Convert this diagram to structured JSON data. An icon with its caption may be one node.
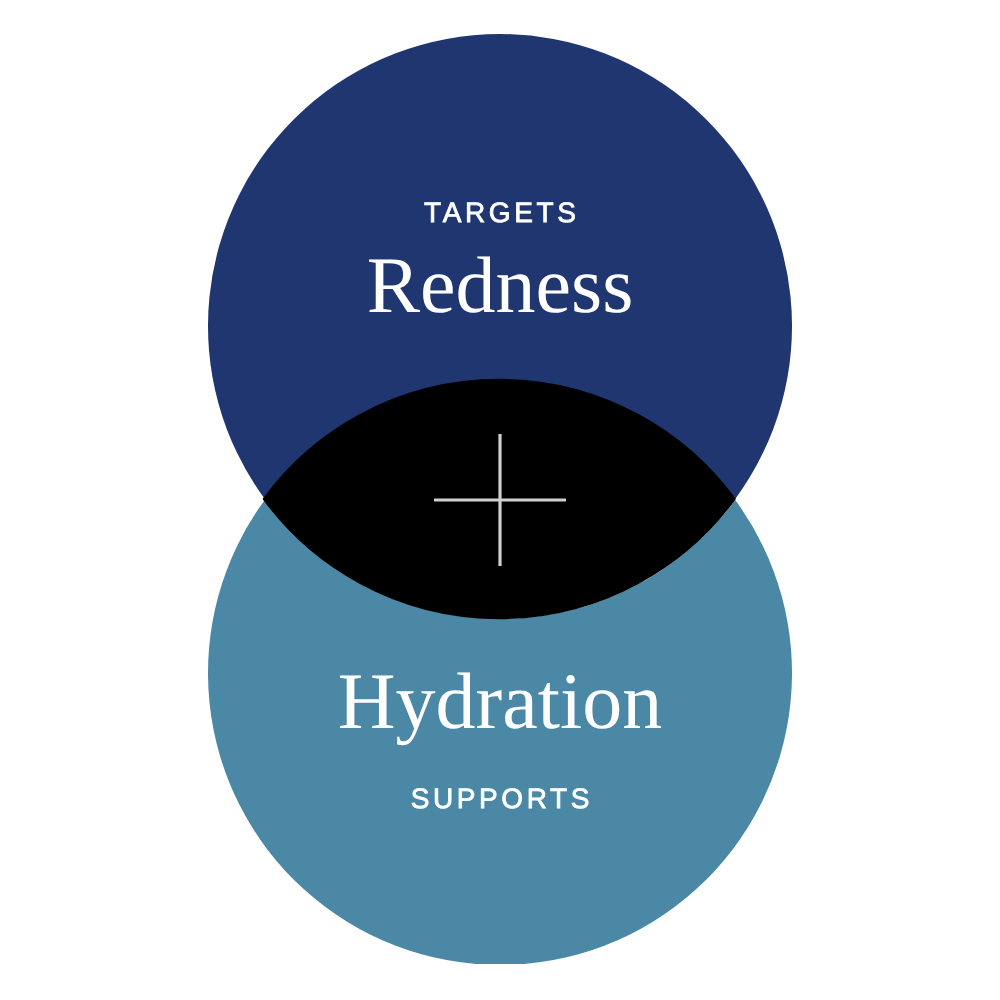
{
  "diagram": {
    "nodes": [
      {
        "text": [
          "TARGETS",
          "Redness"
        ]
      },
      {
        "text": [
          "Hydration",
          "SUPPORTS"
        ]
      }
    ]
  }
}
